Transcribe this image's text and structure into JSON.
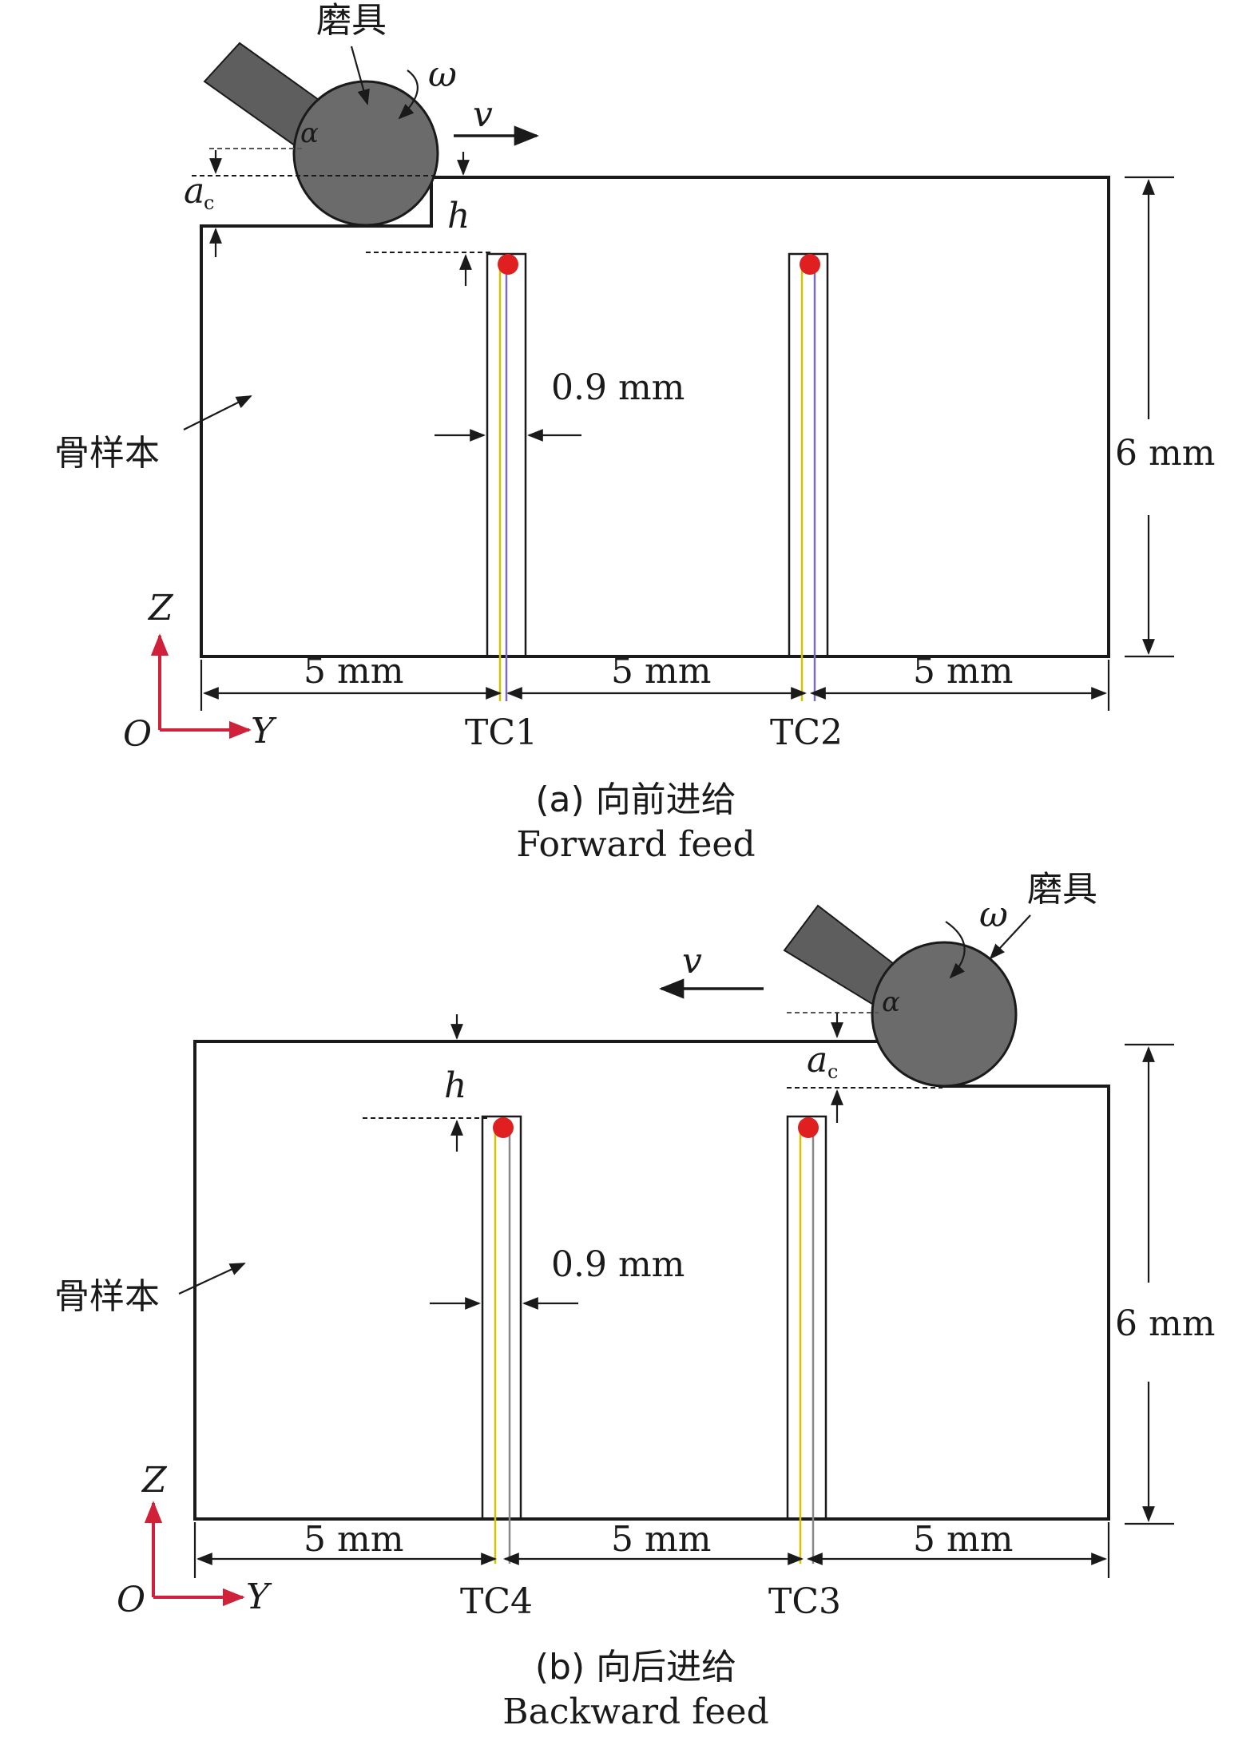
{
  "panel_a": {
    "tool_label": "磨具",
    "omega": "ω",
    "velocity": "v",
    "alpha": "α",
    "depth_a": "a",
    "depth_sub": "c",
    "h": "h",
    "sample_label": "骨样本",
    "hole_width": "0.9 mm",
    "height_dim": "6 mm",
    "spacing_left": "5 mm",
    "spacing_mid": "5 mm",
    "spacing_right": "5 mm",
    "axis_origin": "O",
    "axis_y": "Y",
    "axis_z": "Z",
    "thermocouple_left": "TC1",
    "thermocouple_right": "TC2",
    "caption_cn": "(a) 向前进给",
    "caption_en": "Forward feed"
  },
  "panel_b": {
    "tool_label": "磨具",
    "omega": "ω",
    "velocity": "v",
    "alpha": "α",
    "depth_a": "a",
    "depth_sub": "c",
    "h": "h",
    "sample_label": "骨样本",
    "hole_width": "0.9 mm",
    "height_dim": "6 mm",
    "spacing_left": "5 mm",
    "spacing_mid": "5 mm",
    "spacing_right": "5 mm",
    "axis_origin": "O",
    "axis_y": "Y",
    "axis_z": "Z",
    "thermocouple_left": "TC4",
    "thermocouple_right": "TC3",
    "caption_cn": "(b) 向后进给",
    "caption_en": "Backward feed"
  },
  "colors": {
    "outline": "#1a1a1a",
    "tool_fill": "#6b6b6b",
    "tool_shaft": "#5e5e5e",
    "thermocouple_dot": "#e02020",
    "wire_yellow": "#d4c400",
    "wire_purple": "#7a6bc0",
    "wire_gray": "#888888",
    "axis_red": "#d0203a"
  }
}
